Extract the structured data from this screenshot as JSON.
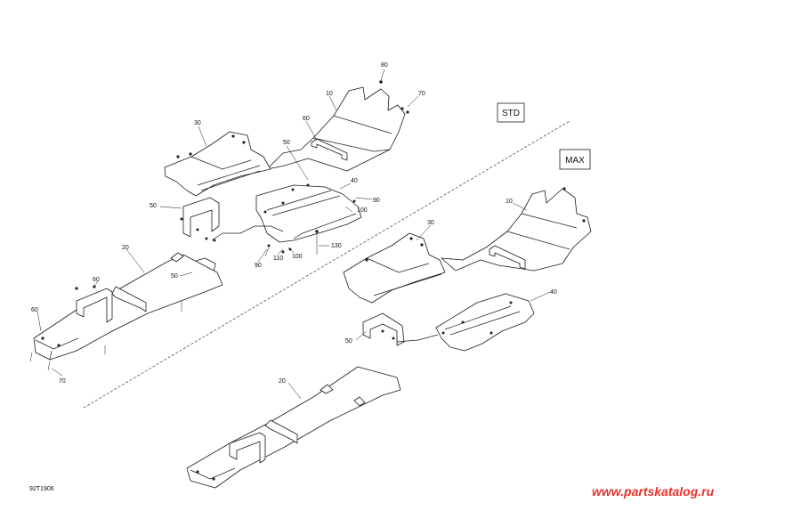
{
  "variants": {
    "std": "STD",
    "max": "MAX"
  },
  "callouts": {
    "std_80": "80",
    "std_70_top": "70",
    "std_10": "10",
    "std_60_top": "60",
    "std_30": "30",
    "std_50_mid": "50",
    "std_40": "40",
    "std_90_right": "90",
    "std_100_a": "100",
    "std_50_left": "50",
    "std_130": "130",
    "std_100_b": "100",
    "std_110": "110",
    "std_90_bottom": "90",
    "std_20": "20",
    "std_50_low": "50",
    "std_60_a": "60",
    "std_60_b": "60",
    "std_70_bottom": "70",
    "max_10": "10",
    "max_30": "30",
    "max_40": "40",
    "max_50": "50",
    "max_20": "20"
  },
  "diagram_code": "92T1906",
  "watermark": "www.partskatalog.ru",
  "colors": {
    "line": "#1a1a1a",
    "watermark": "#e8322c",
    "background": "#ffffff"
  }
}
